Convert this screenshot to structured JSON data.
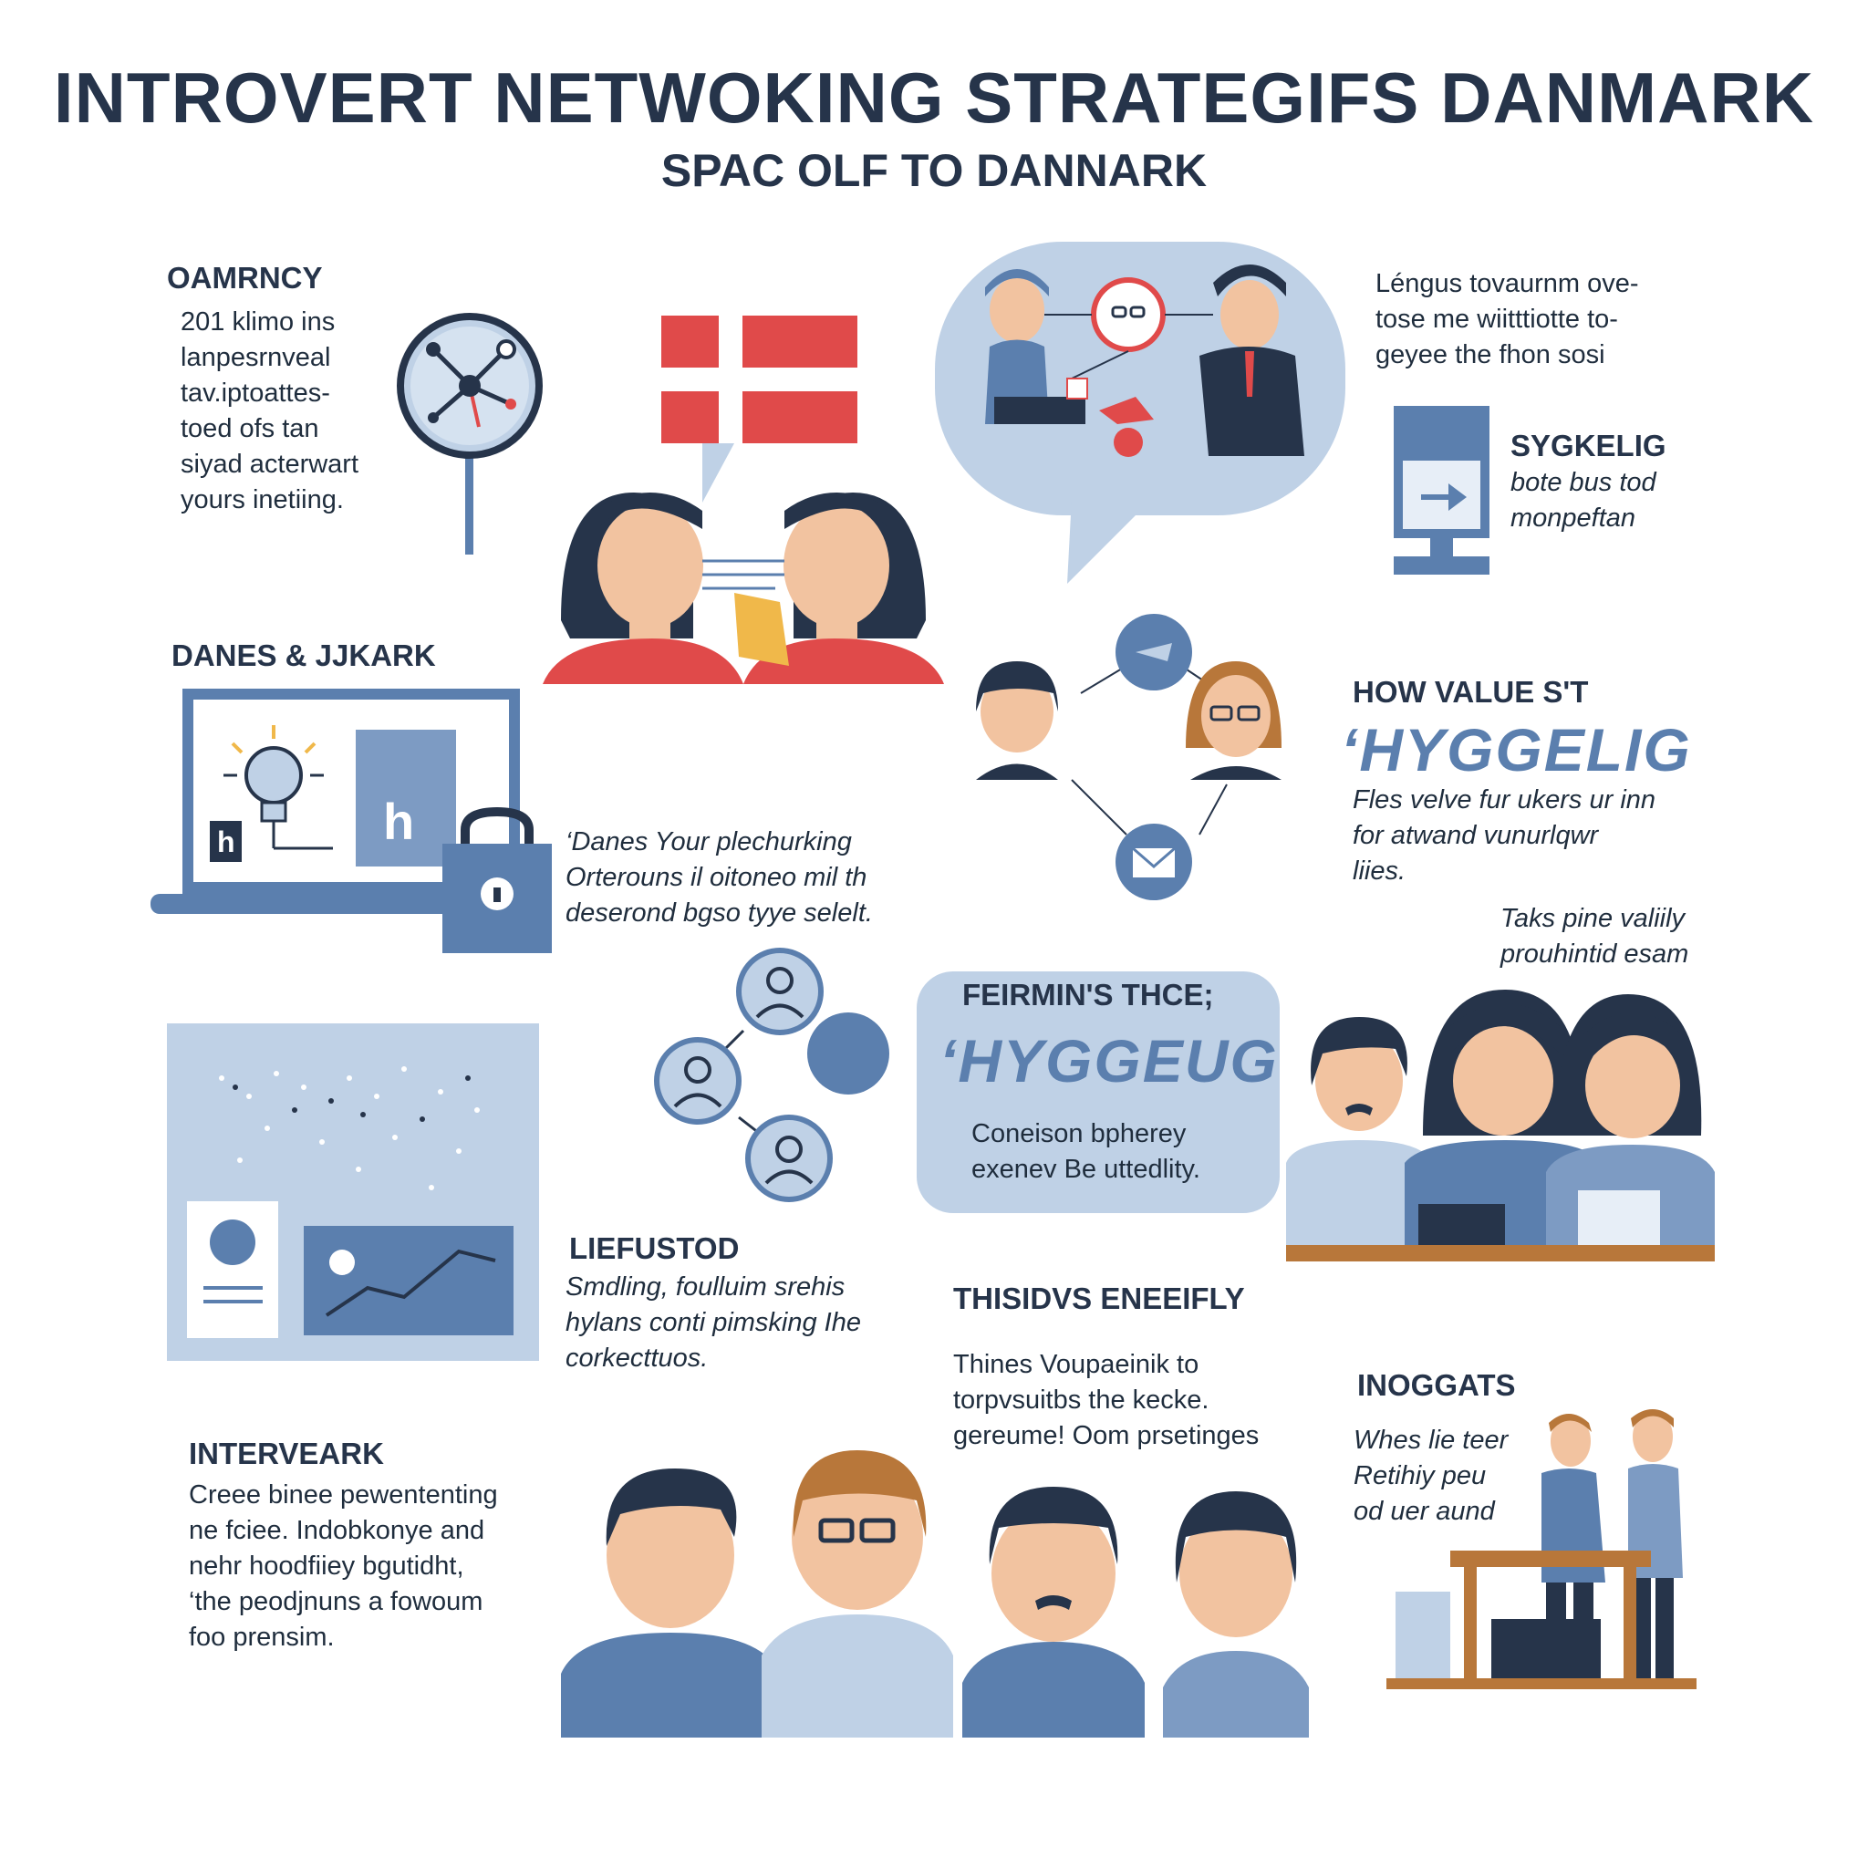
{
  "title": "INTROVERT NETWOKING STRATEGIFS DANMARK",
  "subtitle": "SPAC OLF TO DANNARK",
  "colors": {
    "navy": "#26344a",
    "blue": "#5b7fae",
    "light_blue": "#bfd1e6",
    "red": "#e04a4a",
    "skin": "#f2c3a0",
    "wood": "#b8773a"
  },
  "section_amency": {
    "heading": "OAMRNCY",
    "lines": [
      "201 klimo ins",
      "lanpesrnveal",
      "tav.iptoattes-",
      "toed ofs tan",
      "siyad acterwart",
      "yours inetiing."
    ]
  },
  "section_lengus": {
    "lines": [
      "Léngus tovaurnm ove-",
      "tose me wiitttiotte to-",
      "geyee the fhon sosi"
    ]
  },
  "section_sygkelig": {
    "heading": "SYGKELIG",
    "lines": [
      "bote bus tod",
      "monpeftan"
    ]
  },
  "section_danes": {
    "heading": "DANES & JJKARK",
    "lines": [
      "‘Danes Your plechurking",
      "Orterouns il oitoneo mil th",
      "deserond bgso tyye selelt."
    ],
    "laptop_glyph": "h",
    "icon_glyph": "h"
  },
  "section_value": {
    "heading": "HOW VALUE S'T",
    "emphasis": "‘HYGGELIG",
    "lines": [
      "Fles velve fur ukers ur inn",
      "for atwand vunurlqwr",
      "liies."
    ]
  },
  "section_takes": {
    "lines": [
      "Taks pine valiily",
      "prouhintid esam"
    ]
  },
  "section_feirmin": {
    "heading": "FEIRMIN'S THCE;",
    "emphasis": "‘HYGGEUG",
    "lines": [
      "Coneison bpherey",
      "exenev Be uttedlity."
    ]
  },
  "section_liefusto": {
    "heading": "LIEFUSTOD",
    "lines": [
      "Smdling, foulluim srehis",
      "hylans conti pimsking Ihe",
      "corkecttuos."
    ]
  },
  "section_thisidvs": {
    "heading": "THISIDVS ENEEIFLY",
    "lines": [
      "Thines Voupaeinik to",
      "torpvsuitbs the kecke.",
      "gereume! Oom prsetinges"
    ]
  },
  "section_inoggats": {
    "heading": "INOGGATS",
    "lines": [
      "Whes lie teer",
      "Retihiy peu",
      "od uer aund"
    ]
  },
  "section_interveark": {
    "heading": "INTERVEARK",
    "lines": [
      "Creee binee pewententing",
      "ne fciee. Indobkonye and",
      "nehr hoodfiiey bgutidht,",
      "‘the peodjnuns a fowoum",
      "foo prensim."
    ]
  },
  "icons": [
    "compass-icon",
    "denmark-flag",
    "speech-bubble",
    "lightbulb-icon",
    "lock-icon",
    "envelope-icon",
    "network-icon",
    "world-map",
    "monitor-icon"
  ]
}
